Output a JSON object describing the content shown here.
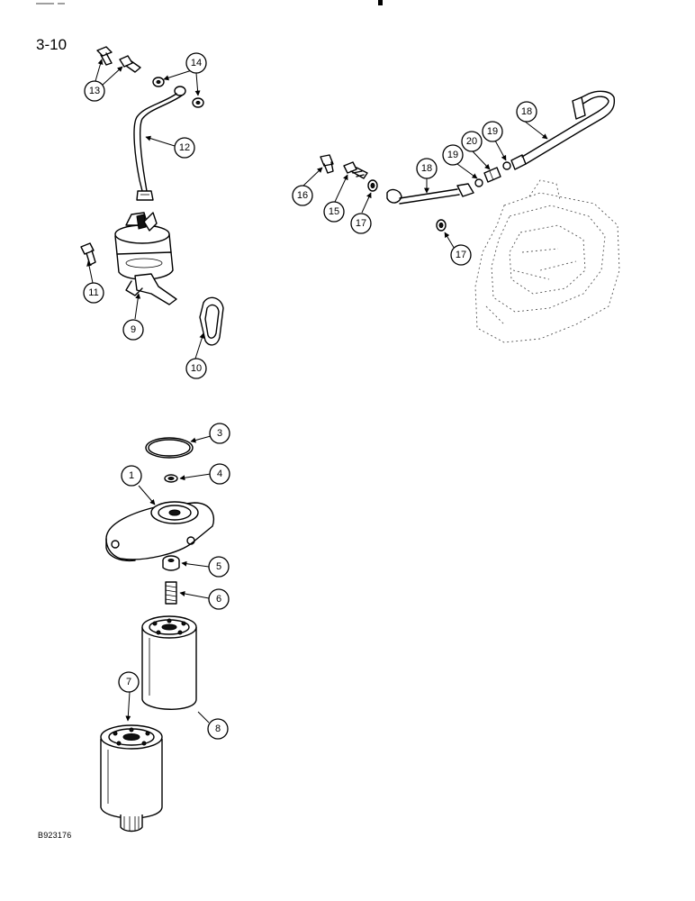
{
  "page_number": "3-10",
  "figure_id": "B923176",
  "callouts": [
    "1",
    "3",
    "4",
    "5",
    "6",
    "7",
    "8",
    "9",
    "10",
    "11",
    "12",
    "13",
    "14",
    "15",
    "16",
    "17",
    "17",
    "18",
    "18",
    "19",
    "19",
    "20"
  ]
}
